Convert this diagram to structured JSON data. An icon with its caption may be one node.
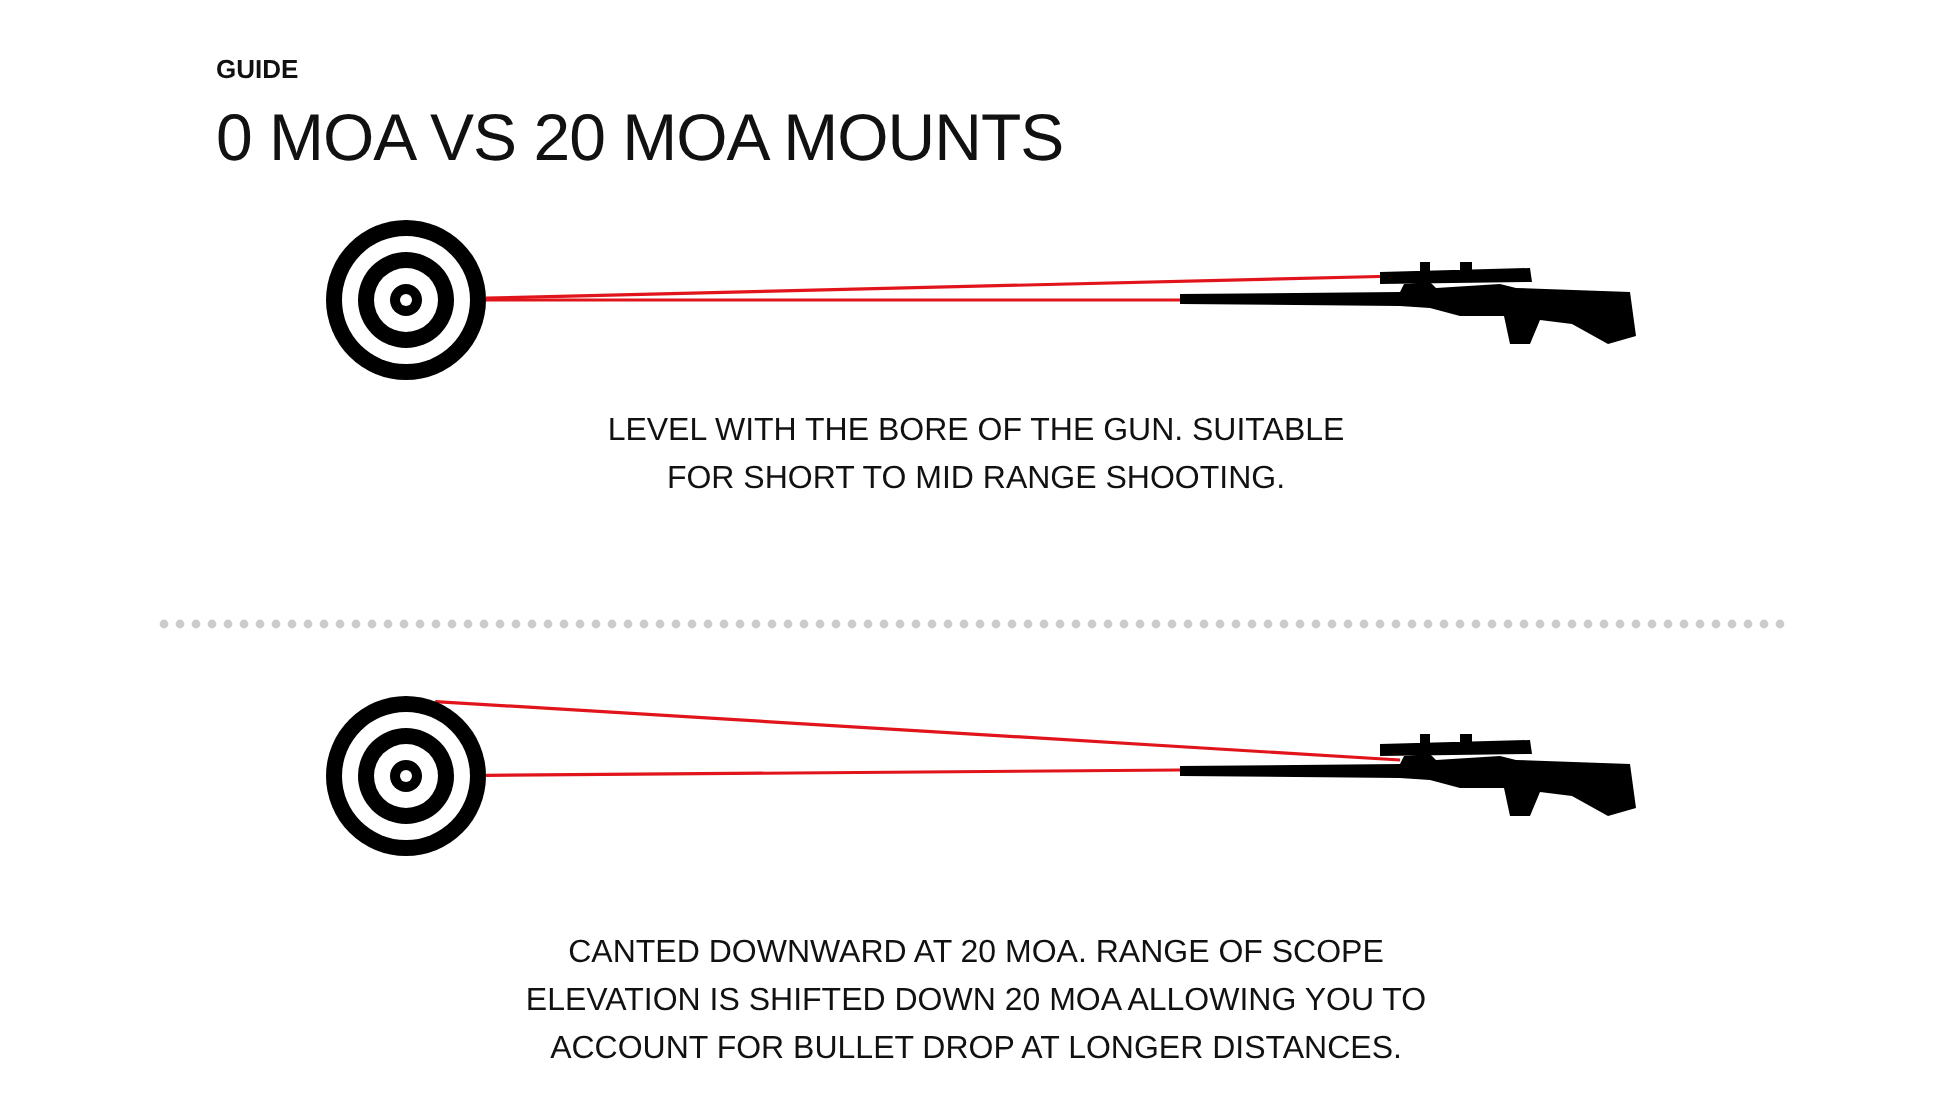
{
  "diagram": {
    "title": "0 MOA VS 20 MOA MOUNTS",
    "nodes": [
      {
        "text": [],
        "shape": "picture"
      },
      {
        "text": [],
        "shape": "picture"
      },
      {
        "text": [],
        "shape": "picture"
      },
      {
        "text": [],
        "shape": "picture"
      }
    ],
    "edges": [
      {
        "from": 0,
        "to": 1,
        "arrow": "none"
      },
      {
        "from": 0,
        "to": 1,
        "arrow": "none"
      },
      {
        "from": 2,
        "to": 3,
        "arrow": "none"
      },
      {
        "from": 2,
        "to": 3,
        "arrow": "none"
      }
    ],
    "labels": [
      "GUIDE",
      "LEVEL WITH THE BORE OF THE GUN. SUITABLE FOR SHORT TO MID RANGE SHOOTING.",
      "CANTED DOWNWARD AT 20 MOA. RANGE OF SCOPE ELEVATION IS SHIFTED DOWN 20 MOA ALLOWING YOU TO ACCOUNT FOR BULLET DROP AT LONGER DISTANCES."
    ]
  }
}
